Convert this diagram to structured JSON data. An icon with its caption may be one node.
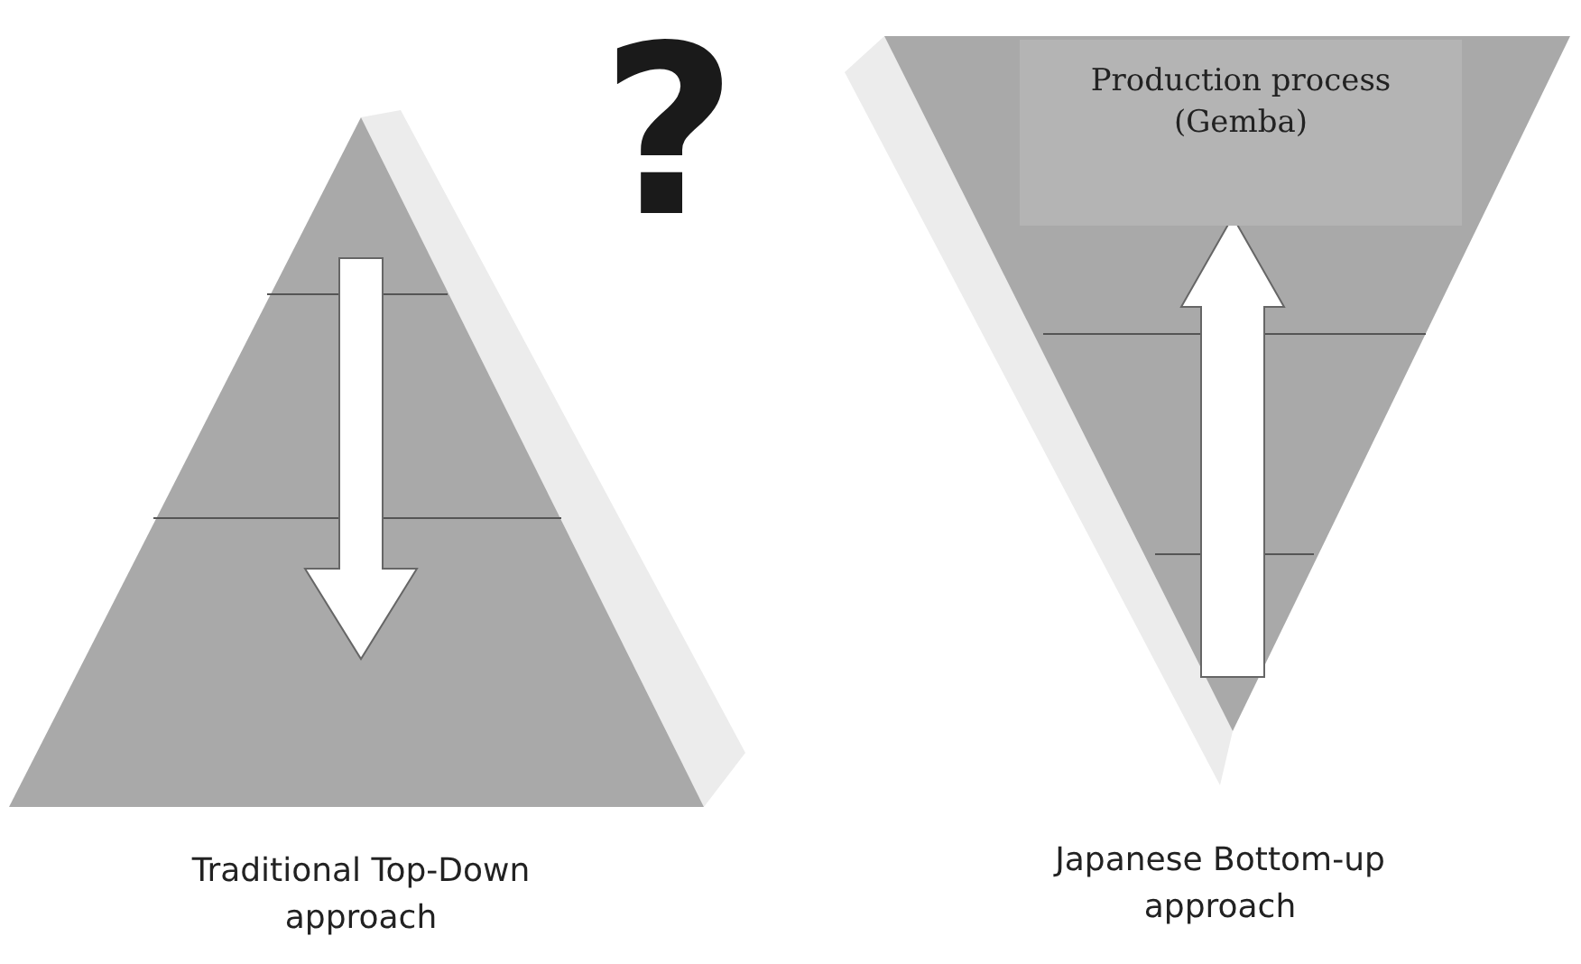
{
  "diagram": {
    "nodes": [
      {
        "text": [],
        "shape": "triangle",
        "beside": [
          "Traditional Top-Down approach"
        ]
      },
      {
        "text": [],
        "shape": "triangle",
        "beside": [
          "Japanese Bottom-up approach"
        ]
      },
      {
        "text": [
          "Production process (Gemba)"
        ],
        "in": 1
      }
    ],
    "edges": [],
    "labels": [
      "?"
    ]
  }
}
